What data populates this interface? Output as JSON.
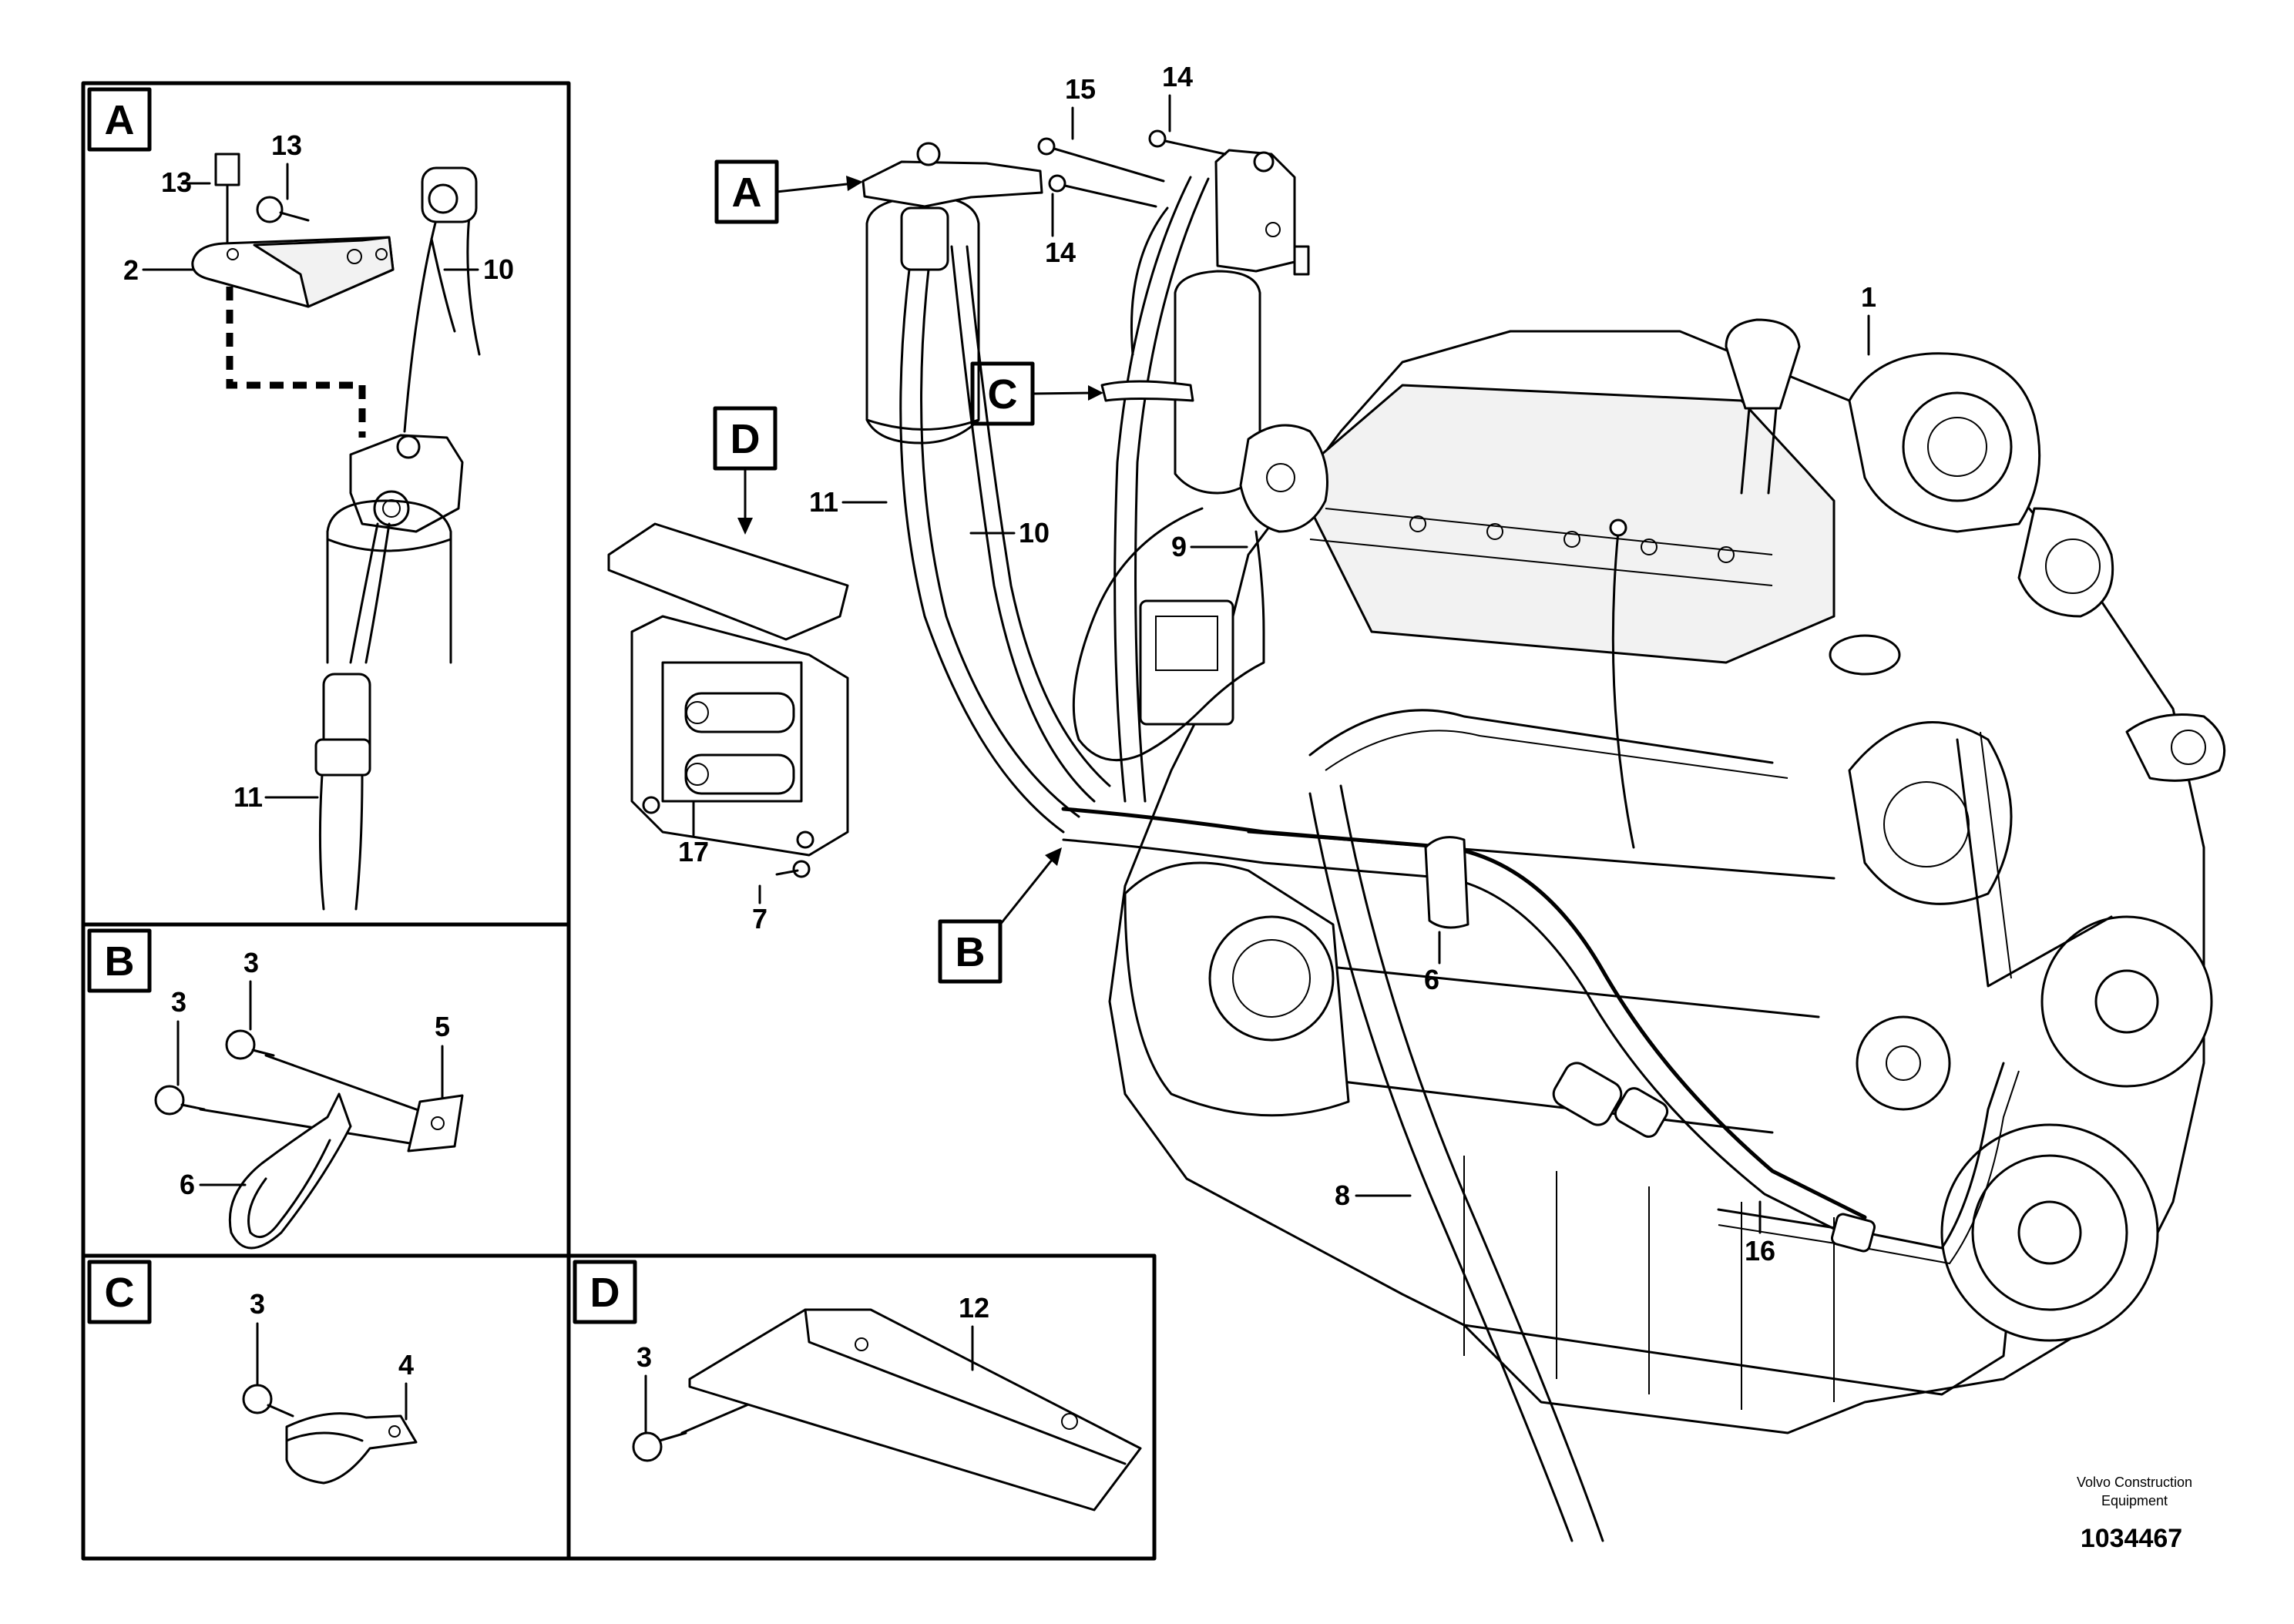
{
  "sections": {
    "A": "A",
    "B": "B",
    "C": "C",
    "D": "D"
  },
  "inset_A": {
    "labels": [
      "13",
      "13",
      "2",
      "10",
      "11"
    ]
  },
  "inset_B": {
    "labels": [
      "3",
      "3",
      "5",
      "6"
    ]
  },
  "inset_C": {
    "labels": [
      "3",
      "4"
    ]
  },
  "inset_D": {
    "labels": [
      "3",
      "12"
    ]
  },
  "main": {
    "labels": [
      "15",
      "14",
      "14",
      "1",
      "11",
      "10",
      "9",
      "17",
      "7",
      "6",
      "8",
      "16"
    ]
  },
  "footer": {
    "brand": [
      "Volvo Construction",
      "Equipment"
    ],
    "doc_number": "1034467"
  }
}
